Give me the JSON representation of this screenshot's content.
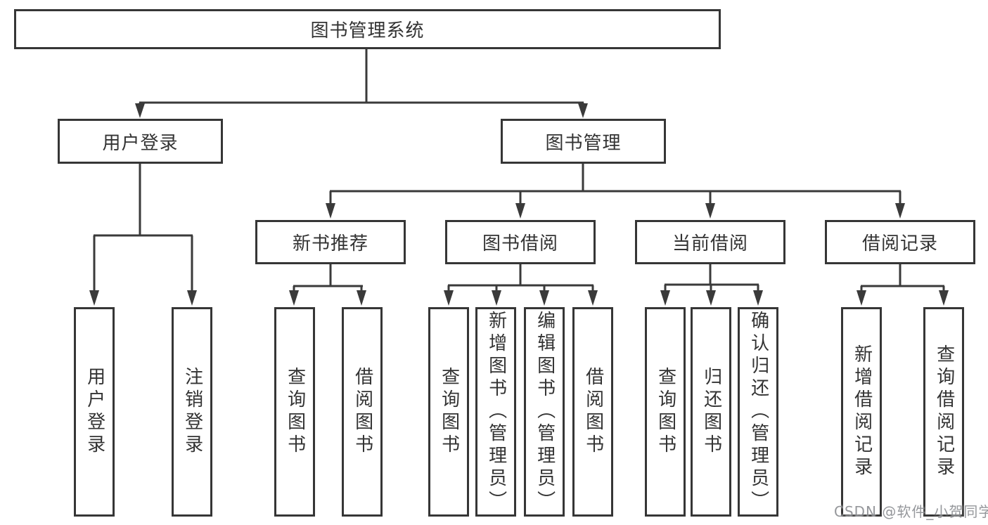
{
  "diagram": {
    "root": {
      "label": "图书管理系统"
    },
    "level2": {
      "user_login": {
        "label": "用户登录"
      },
      "book_mgmt": {
        "label": "图书管理"
      }
    },
    "level3": {
      "new_book_rec": {
        "label": "新书推荐"
      },
      "book_borrow": {
        "label": "图书借阅"
      },
      "current_borrow": {
        "label": "当前借阅"
      },
      "borrow_record": {
        "label": "借阅记录"
      }
    },
    "leaves": {
      "login": {
        "label": "用户登录"
      },
      "logout": {
        "label": "注销登录"
      },
      "query_book_1": {
        "label": "查询图书"
      },
      "borrow_book_1": {
        "label": "借阅图书"
      },
      "query_book_2": {
        "label": "查询图书"
      },
      "add_book": {
        "label": "新增图书（管理员）"
      },
      "edit_book": {
        "label": "编辑图书（管理员）"
      },
      "borrow_book_2": {
        "label": "借阅图书"
      },
      "query_book_3": {
        "label": "查询图书"
      },
      "return_book": {
        "label": "归还图书"
      },
      "confirm_return": {
        "label": "确认归还（管理员）"
      },
      "add_record": {
        "label": "新增借阅记录"
      },
      "query_record": {
        "label": "查询借阅记录"
      }
    },
    "watermark": "CSDN @软件_小贺同学",
    "colors": {
      "line": "#3a3a3a",
      "text": "#333333",
      "watermark": "#82858a",
      "background": "#ffffff"
    }
  }
}
